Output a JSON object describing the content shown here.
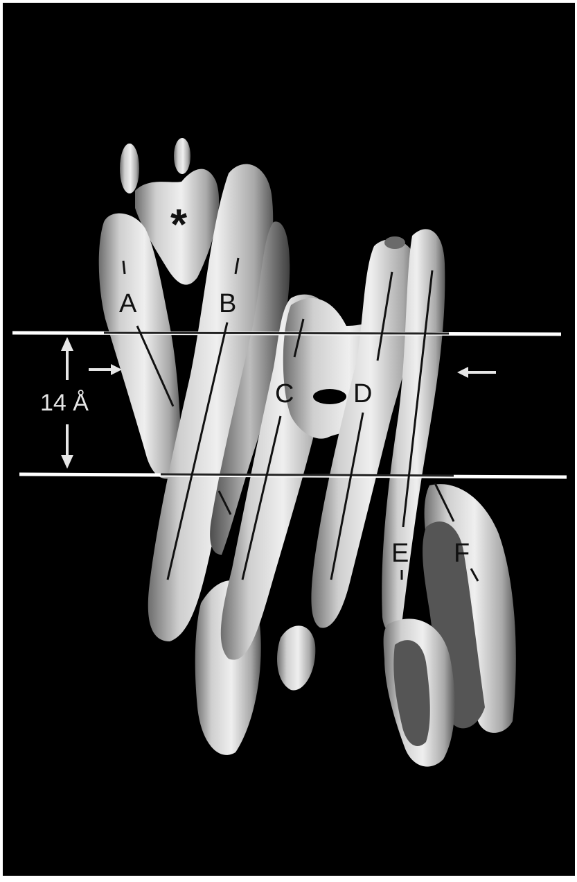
{
  "figure": {
    "helix_labels": [
      "A",
      "B",
      "C",
      "D",
      "E",
      "F"
    ],
    "marker_symbol": "*",
    "scale_label": "14 Å"
  },
  "colors": {
    "background": "#000000",
    "density_light": "#d9d9d9",
    "density_shadow": "#4a4a4a",
    "axis_lines": "#111111",
    "membrane_lines": "#ffffff",
    "label_text": "#111111",
    "scale_text": "#e6e6e6"
  }
}
